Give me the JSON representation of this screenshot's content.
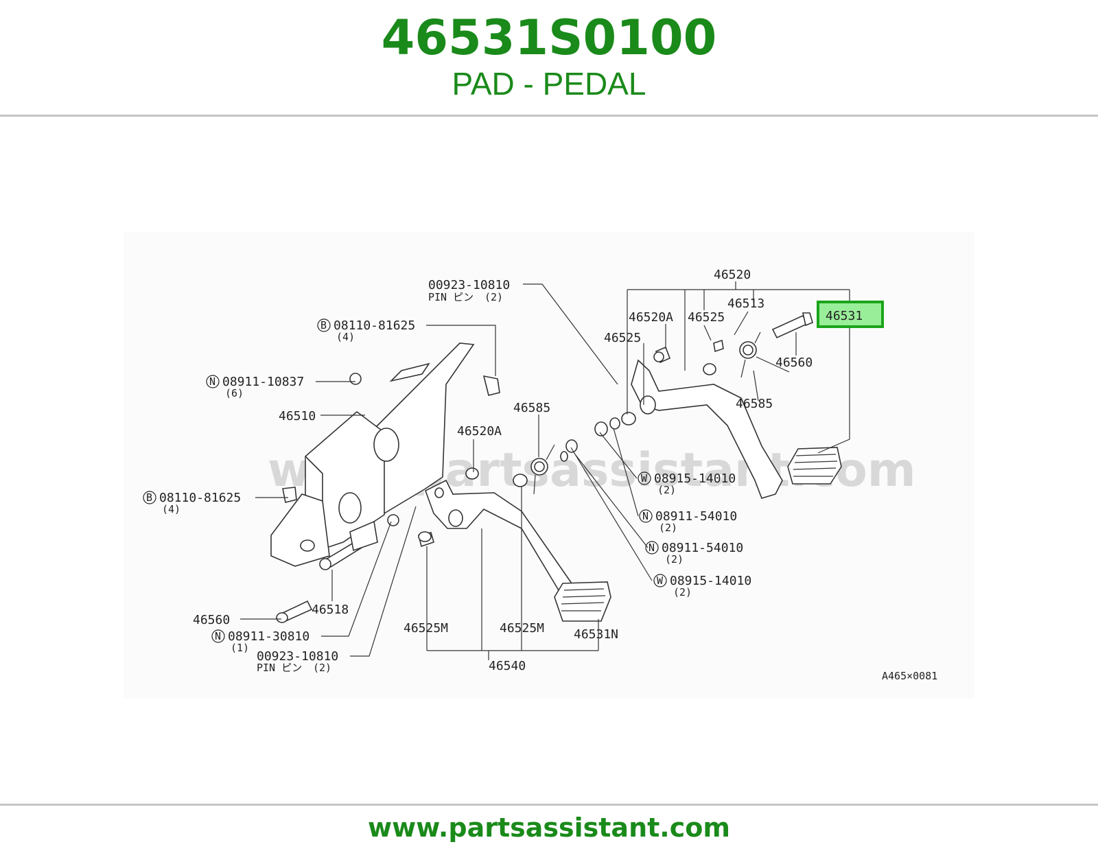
{
  "header": {
    "part_number": "46531S0100",
    "part_name": "PAD - PEDAL"
  },
  "footer": {
    "url": "www.partsassistant.com"
  },
  "diagram": {
    "watermark": "www.partsassistant.com",
    "highlight_color": "#1aa51a",
    "brand_color": "#1a8a1a",
    "ref_code": "A465×0081",
    "labels": {
      "p46520": "46520",
      "p46513": "46513",
      "p46531_hl": "46531",
      "p46520A_r": "46520A",
      "p46525_r1": "46525",
      "p46525_r2": "46525",
      "p46560_r": "46560",
      "p46585_r": "46585",
      "pin_top_code": "00923-10810",
      "pin_top_desc": "PIN ピン",
      "pin_top_qty": "(2)",
      "bolt_top_code": "08110-81625",
      "bolt_top_qty": "(4)",
      "nut_top_code": "08911-10837",
      "nut_top_qty": "(6)",
      "p46510": "46510",
      "p46585_l": "46585",
      "p46520A_l": "46520A",
      "bolt_bot_code": "08110-81625",
      "bolt_bot_qty": "(4)",
      "w1_code": "08915-14010",
      "w1_qty": "(2)",
      "n1_code": "08911-54010",
      "n1_qty": "(2)",
      "n2_code": "08911-54010",
      "n2_qty": "(2)",
      "w2_code": "08915-14010",
      "w2_qty": "(2)",
      "p46518": "46518",
      "p46560_l": "46560",
      "n3_code": "08911-30810",
      "n3_qty": "(1)",
      "pin_bot_code": "00923-10810",
      "pin_bot_desc": "PIN ピン",
      "pin_bot_qty": "(2)",
      "p46525M_1": "46525M",
      "p46525M_2": "46525M",
      "p46531N": "46531N",
      "p46540": "46540",
      "circle_B": "B",
      "circle_N": "N",
      "circle_W": "W"
    }
  }
}
